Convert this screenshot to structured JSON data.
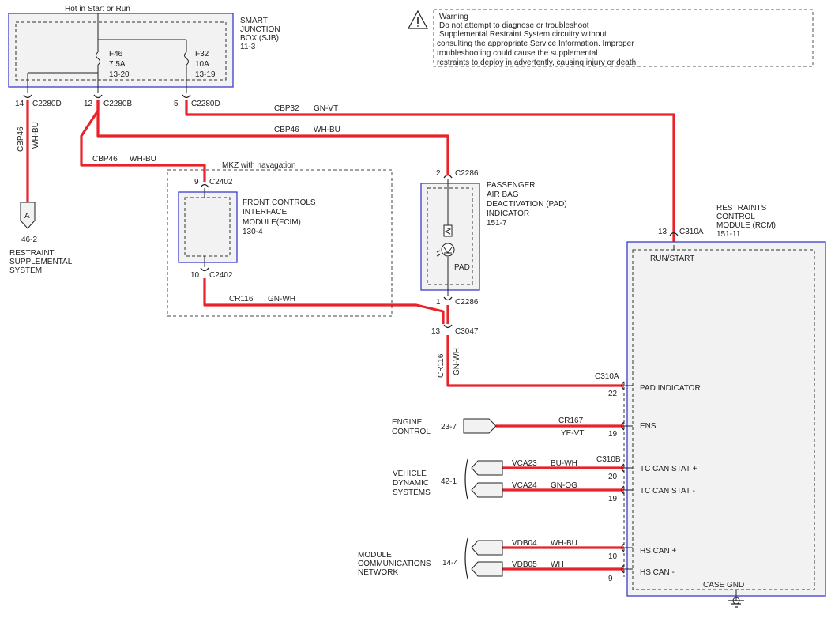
{
  "sjb": {
    "hot_label": "Hot in Start or Run",
    "title": [
      "SMART",
      "JUNCTION",
      "BOX (SJB)",
      "11-3"
    ],
    "fuse_f46": [
      "F46",
      "7.5A",
      "13-20"
    ],
    "fuse_f32": [
      "F32",
      "10A",
      "13-19"
    ]
  },
  "warning": {
    "lines": [
      "Warning",
      "Do not attempt to diagnose or troubleshoot",
      " Supplemental Restraint System circuitry without",
      "consulting the appropriate Service Information.  Improper",
      "troubleshooting could cause the supplemental",
      "restraints to deploy in advertently, causing injury or death."
    ]
  },
  "connectors": {
    "c2280d_a": {
      "pin": "14",
      "name": "C2280D"
    },
    "c2280b": {
      "pin": "12",
      "name": "C2280B"
    },
    "c2280d_b": {
      "pin": "5",
      "name": "C2280D"
    },
    "c2402_top": {
      "pin": "9",
      "name": "C2402"
    },
    "c2402_bot": {
      "pin": "10",
      "name": "C2402"
    },
    "c2286_top": {
      "pin": "2",
      "name": "C2286"
    },
    "c2286_bot": {
      "pin": "1",
      "name": "C2286"
    },
    "c3047": {
      "pin": "13",
      "name": "C3047"
    },
    "c310a_top": {
      "pin": "13",
      "name": "C310A"
    }
  },
  "wires": {
    "cbp32": {
      "circuit": "CBP32",
      "color": "GN-VT"
    },
    "cbp46_top": {
      "circuit": "CBP46",
      "color": "WH-BU"
    },
    "cbp46_left": {
      "circuit": "CBP46",
      "color": "WH-BU"
    },
    "cbp46_vert": {
      "circuit": "CBP46",
      "color": "WH-BU"
    },
    "cr116_fcim": {
      "circuit": "CR116",
      "color": "GN-WH"
    },
    "cr116_vert": {
      "circuit": "CR116",
      "color": "GN-WH"
    },
    "cr167": {
      "circuit": "CR167",
      "color": "YE-VT"
    },
    "vca23": {
      "circuit": "VCA23",
      "color": "BU-WH"
    },
    "vca24": {
      "circuit": "VCA24",
      "color": "GN-OG"
    },
    "vdb04": {
      "circuit": "VDB04",
      "color": "WH-BU"
    },
    "vdb05": {
      "circuit": "VDB05",
      "color": "WH"
    }
  },
  "restraint_ref": {
    "letter": "A",
    "page": "46-2",
    "title": [
      "RESTRAINT",
      "SUPPLEMENTAL",
      "SYSTEM"
    ]
  },
  "fcim": {
    "group_label": "MKZ with navagation",
    "title": [
      "FRONT CONTROLS",
      "INTERFACE",
      "MODULE(FCIM)",
      "130-4"
    ]
  },
  "pad": {
    "title": [
      "PASSENGER",
      "AIR BAG",
      "DEACTIVATION (PAD)",
      "INDICATOR",
      "151-7"
    ],
    "inner_label": "PAD"
  },
  "rcm": {
    "title": [
      "RESTRAINTS",
      "CONTROL",
      "MODULE (RCM)",
      "151-11"
    ],
    "run_start": "RUN/START",
    "pins": [
      {
        "conn": "C310A",
        "pin": "22",
        "label": "PAD INDICATOR"
      },
      {
        "conn": "",
        "pin": "19",
        "label": "ENS"
      },
      {
        "conn": "C310B",
        "pin": "20",
        "label": "TC CAN STAT +"
      },
      {
        "conn": "",
        "pin": "19",
        "label": "TC CAN STAT -"
      },
      {
        "conn": "",
        "pin": "10",
        "label": "HS CAN +"
      },
      {
        "conn": "",
        "pin": "9",
        "label": "HS CAN -"
      }
    ],
    "case_gnd": "CASE GND"
  },
  "refs": {
    "engine": {
      "title": [
        "ENGINE",
        "CONTROL"
      ],
      "page": "23-7"
    },
    "vds": {
      "title": [
        "VEHICLE",
        "DYNAMIC",
        "SYSTEMS"
      ],
      "page": "42-1"
    },
    "mcn": {
      "title": [
        "MODULE",
        "COMMUNICATIONS",
        "NETWORK"
      ],
      "page": "14-4"
    }
  }
}
